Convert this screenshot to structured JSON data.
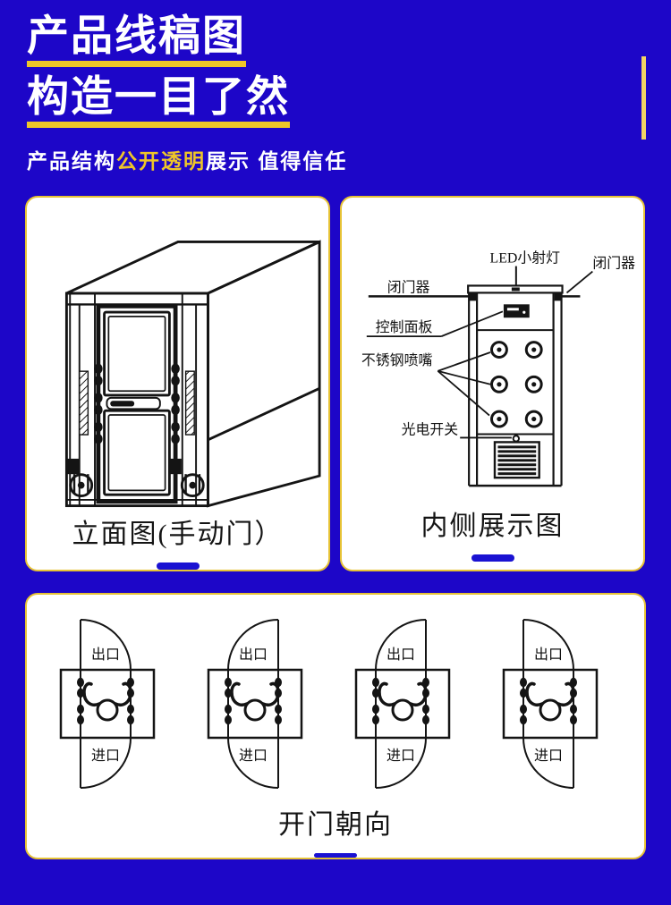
{
  "page": {
    "colors": {
      "background": "#1d06c8",
      "accent_gold": "#eec629",
      "accent_bar": "#f2d366",
      "card_border": "#e6c235",
      "card_bg": "#ffffff",
      "dash_blue": "#1a12d2",
      "line_black": "#141414"
    }
  },
  "header": {
    "title_line1": "产品线稿图",
    "title_line2": "构造一目了然",
    "subtitle_prefix": "产品结构",
    "subtitle_highlight": "公开透明",
    "subtitle_suffix": "展示 值得信任"
  },
  "elevation_card": {
    "caption": "立面图(手动门）"
  },
  "inner_view_card": {
    "caption": "内侧展示图",
    "labels": {
      "led_light": "LED小射灯",
      "door_closer_right": "闭门器",
      "door_closer_left": "闭门器",
      "control_panel": "控制面板",
      "nozzle": "不锈钢喷嘴",
      "photo_switch": "光电开关"
    }
  },
  "orientation_card": {
    "caption": "开门朝向",
    "exit_label": "出口",
    "entrance_label": "进口"
  }
}
